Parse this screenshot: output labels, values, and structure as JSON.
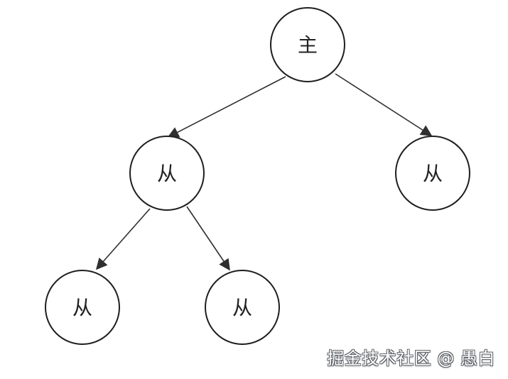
{
  "diagram": {
    "nodes": {
      "root": "主",
      "left": "从",
      "right": "从",
      "left_left": "从",
      "left_right": "从"
    }
  },
  "watermark": {
    "text": "掘金技术社区 @ 愚白"
  },
  "colors": {
    "stroke": "#1f1f1f",
    "edge": "#2f2f2f",
    "text": "#222222",
    "background": "#ffffff"
  }
}
